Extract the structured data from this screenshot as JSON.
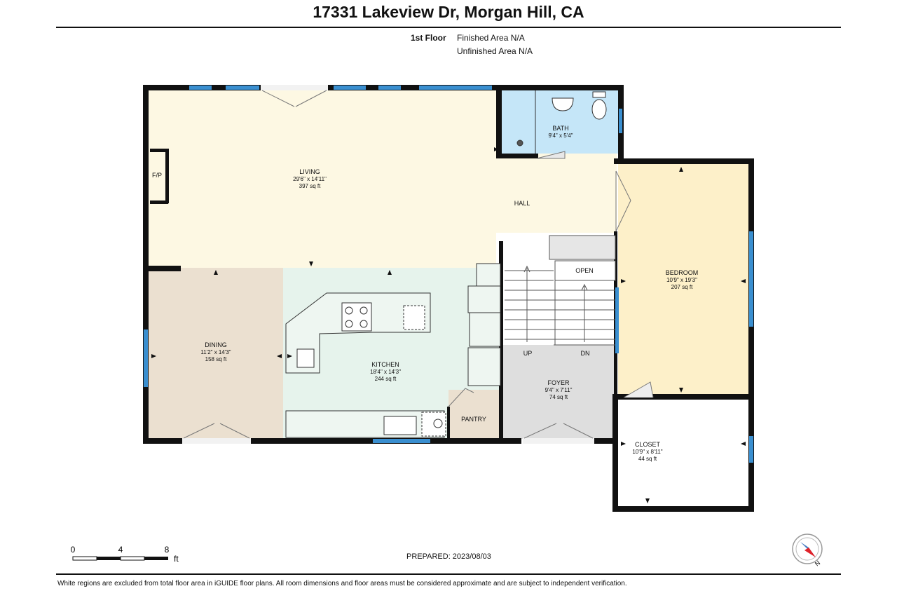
{
  "header": {
    "address": "17331 Lakeview Dr, Morgan Hill, CA",
    "floor_label": "1st Floor",
    "finished_area": "Finished Area N/A",
    "unfinished_area": "Unfinished Area N/A"
  },
  "rooms": {
    "living": {
      "name": "LIVING",
      "dims": "29'6\" x 14'11\"",
      "area": "397 sq ft"
    },
    "bath": {
      "name": "BATH",
      "dims": "9'4\" x 5'4\""
    },
    "hall": {
      "name": "HALL"
    },
    "bedroom": {
      "name": "BEDROOM",
      "dims": "10'9\" x 19'3\"",
      "area": "207 sq ft"
    },
    "dining": {
      "name": "DINING",
      "dims": "11'2\" x 14'3\"",
      "area": "158 sq ft"
    },
    "kitchen": {
      "name": "KITCHEN",
      "dims": "18'4\" x 14'3\"",
      "area": "244 sq ft"
    },
    "foyer": {
      "name": "FOYER",
      "dims": "9'4\" x 7'11\"",
      "area": "74 sq ft"
    },
    "pantry": {
      "name": "PANTRY"
    },
    "closet": {
      "name": "CLOSET",
      "dims": "10'9\" x 8'11\"",
      "area": "44 sq ft"
    }
  },
  "labels": {
    "fireplace": "F/P",
    "open": "OPEN",
    "stairs_up": "UP",
    "stairs_down": "DN"
  },
  "scale": {
    "ticks": [
      "0",
      "4",
      "8"
    ],
    "unit": "ft"
  },
  "compass": {
    "north": "N"
  },
  "footer": {
    "prepared": "PREPARED: 2023/08/03",
    "disclaimer": "White regions are excluded from total floor area in iGUIDE floor plans. All room dimensions and floor areas must be considered approximate and are subject to independent verification."
  },
  "colors": {
    "living": "#fdf8e3",
    "bath": "#c5e6f8",
    "bedroom": "#fdf0c9",
    "dining": "#ebe0d0",
    "kitchen": "#e6f3ec",
    "foyer": "#dedede",
    "pantry": "#ebe0d0",
    "wall": "#111111",
    "window": "#3a8fd0",
    "compass_arrow": "#e0222a"
  }
}
